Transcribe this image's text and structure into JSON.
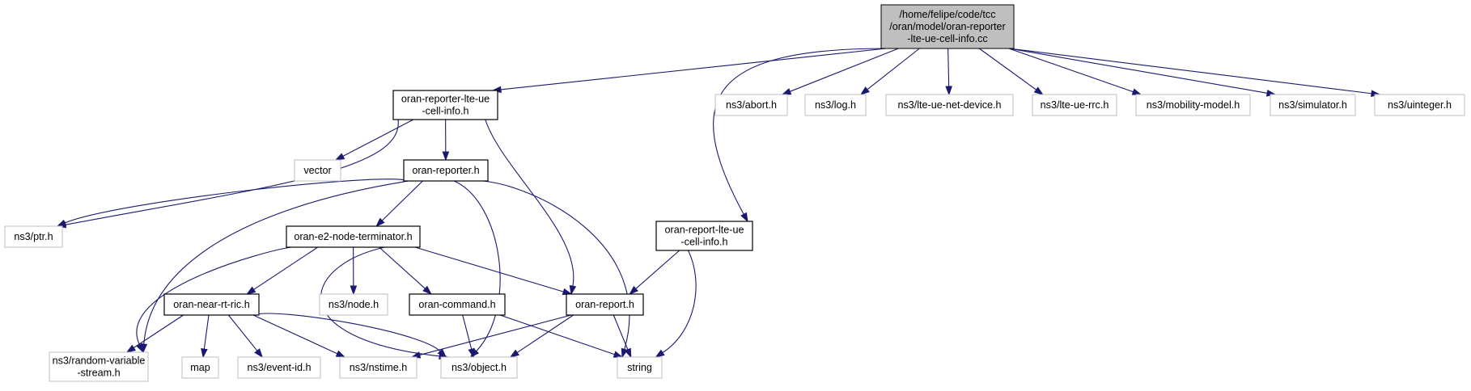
{
  "diagram": {
    "type": "include-dependency-graph",
    "edge_color": "#191970",
    "primary_fill": "#bfbfbf",
    "external_border": "#bfbfbf",
    "nodes": [
      {
        "id": "root",
        "kind": "primary",
        "lines": [
          "/home/felipe/code/tcc",
          "/oran/model/oran-reporter",
          "-lte-ue-cell-info.cc"
        ]
      },
      {
        "id": "reporter_lte_h",
        "kind": "local",
        "lines": [
          "oran-reporter-lte-ue",
          "-cell-info.h"
        ]
      },
      {
        "id": "abort",
        "kind": "external",
        "lines": [
          "ns3/abort.h"
        ]
      },
      {
        "id": "log",
        "kind": "external",
        "lines": [
          "ns3/log.h"
        ]
      },
      {
        "id": "lte_net",
        "kind": "external",
        "lines": [
          "ns3/lte-ue-net-device.h"
        ]
      },
      {
        "id": "lte_rrc",
        "kind": "external",
        "lines": [
          "ns3/lte-ue-rrc.h"
        ]
      },
      {
        "id": "mobility",
        "kind": "external",
        "lines": [
          "ns3/mobility-model.h"
        ]
      },
      {
        "id": "simulator",
        "kind": "external",
        "lines": [
          "ns3/simulator.h"
        ]
      },
      {
        "id": "uinteger",
        "kind": "external",
        "lines": [
          "ns3/uinteger.h"
        ]
      },
      {
        "id": "vector",
        "kind": "external",
        "lines": [
          "vector"
        ]
      },
      {
        "id": "reporter_h",
        "kind": "local",
        "lines": [
          "oran-reporter.h"
        ]
      },
      {
        "id": "report_lte_h",
        "kind": "local",
        "lines": [
          "oran-report-lte-ue",
          "-cell-info.h"
        ]
      },
      {
        "id": "ptr",
        "kind": "external",
        "lines": [
          "ns3/ptr.h"
        ]
      },
      {
        "id": "e2term",
        "kind": "local",
        "lines": [
          "oran-e2-node-terminator.h"
        ]
      },
      {
        "id": "ric",
        "kind": "local",
        "lines": [
          "oran-near-rt-ric.h"
        ]
      },
      {
        "id": "node",
        "kind": "external",
        "lines": [
          "ns3/node.h"
        ]
      },
      {
        "id": "command",
        "kind": "local",
        "lines": [
          "oran-command.h"
        ]
      },
      {
        "id": "report_h",
        "kind": "local",
        "lines": [
          "oran-report.h"
        ]
      },
      {
        "id": "randvar",
        "kind": "external",
        "lines": [
          "ns3/random-variable",
          "-stream.h"
        ]
      },
      {
        "id": "map",
        "kind": "external",
        "lines": [
          "map"
        ]
      },
      {
        "id": "eventid",
        "kind": "external",
        "lines": [
          "ns3/event-id.h"
        ]
      },
      {
        "id": "nstime",
        "kind": "external",
        "lines": [
          "ns3/nstime.h"
        ]
      },
      {
        "id": "object",
        "kind": "external",
        "lines": [
          "ns3/object.h"
        ]
      },
      {
        "id": "string",
        "kind": "external",
        "lines": [
          "string"
        ]
      }
    ],
    "edges": [
      [
        "root",
        "reporter_lte_h"
      ],
      [
        "root",
        "abort"
      ],
      [
        "root",
        "log"
      ],
      [
        "root",
        "lte_net"
      ],
      [
        "root",
        "lte_rrc"
      ],
      [
        "root",
        "mobility"
      ],
      [
        "root",
        "simulator"
      ],
      [
        "root",
        "uinteger"
      ],
      [
        "root",
        "report_lte_h"
      ],
      [
        "reporter_lte_h",
        "vector"
      ],
      [
        "reporter_lte_h",
        "reporter_h"
      ],
      [
        "reporter_lte_h",
        "ptr"
      ],
      [
        "reporter_lte_h",
        "report_h"
      ],
      [
        "reporter_h",
        "ptr"
      ],
      [
        "reporter_h",
        "e2term"
      ],
      [
        "reporter_h",
        "randvar"
      ],
      [
        "reporter_h",
        "object"
      ],
      [
        "reporter_h",
        "string"
      ],
      [
        "report_lte_h",
        "report_h"
      ],
      [
        "report_lte_h",
        "string"
      ],
      [
        "e2term",
        "ric"
      ],
      [
        "e2term",
        "node"
      ],
      [
        "e2term",
        "command"
      ],
      [
        "e2term",
        "report_h"
      ],
      [
        "e2term",
        "randvar"
      ],
      [
        "e2term",
        "object"
      ],
      [
        "ric",
        "randvar"
      ],
      [
        "ric",
        "map"
      ],
      [
        "ric",
        "eventid"
      ],
      [
        "ric",
        "nstime"
      ],
      [
        "ric",
        "object"
      ],
      [
        "command",
        "object"
      ],
      [
        "command",
        "string"
      ],
      [
        "report_h",
        "nstime"
      ],
      [
        "report_h",
        "object"
      ],
      [
        "report_h",
        "string"
      ]
    ]
  }
}
